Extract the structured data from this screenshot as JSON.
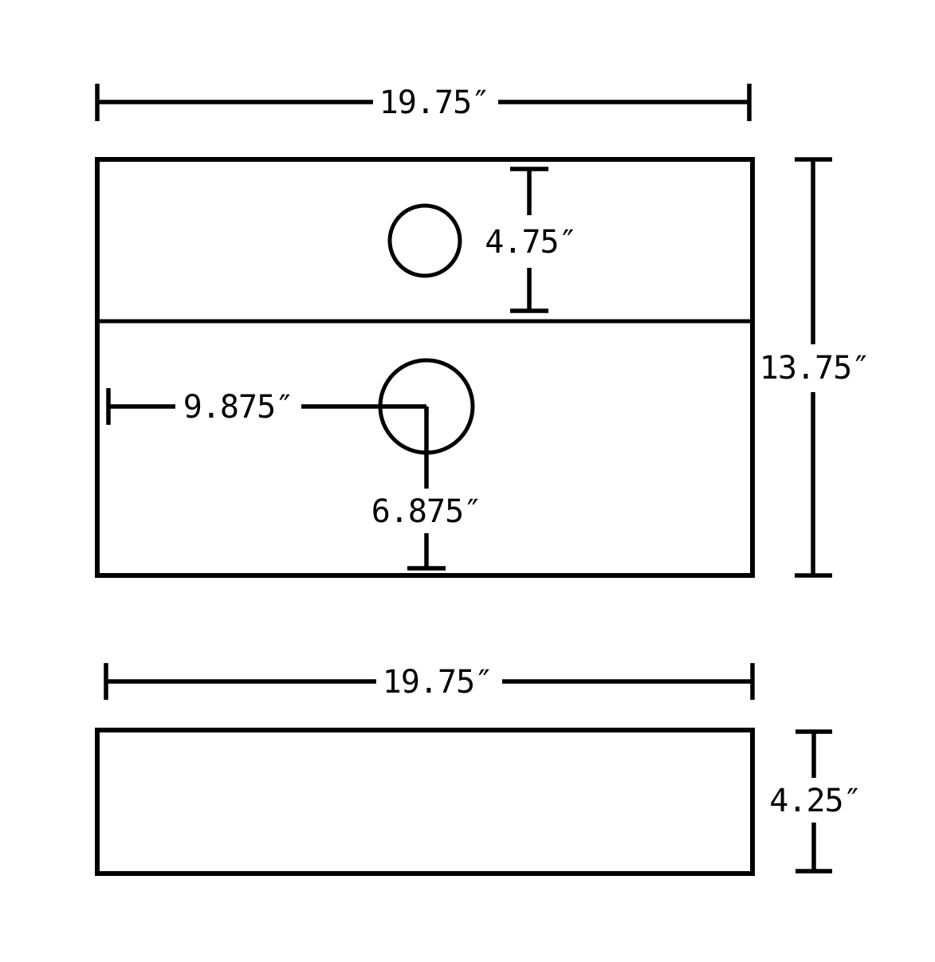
{
  "colors": {
    "line": "#000000",
    "background": "#ffffff"
  },
  "top_view": {
    "width": "19.75″",
    "depth": "13.75″",
    "faucet_hole_from_top": "4.75″",
    "drain_from_left": "9.875″",
    "drain_from_bottom": "6.875″"
  },
  "front_view": {
    "width": "19.75″",
    "height": "4.25″"
  }
}
